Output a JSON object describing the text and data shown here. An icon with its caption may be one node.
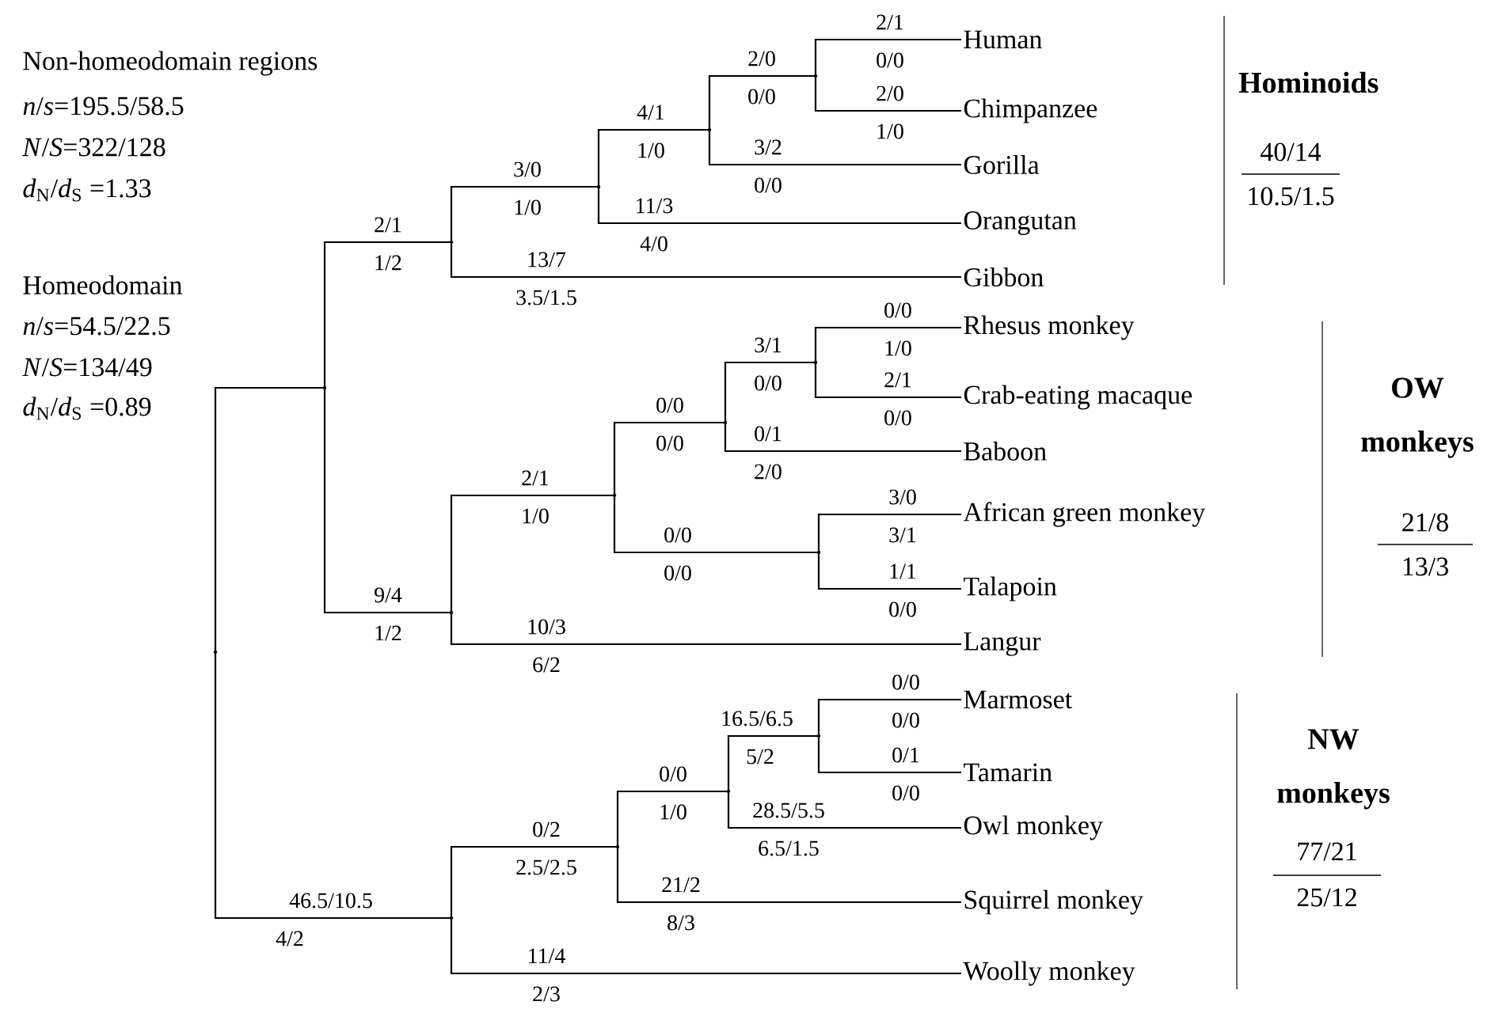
{
  "diagram": {
    "nodes": [
      {
        "text": [],
        "shape": "point"
      },
      {
        "text": [],
        "shape": "point"
      },
      {
        "text": [],
        "shape": "point"
      },
      {
        "text": [],
        "shape": "point"
      },
      {
        "text": [],
        "shape": "point"
      },
      {
        "text": [],
        "shape": "point"
      },
      {
        "text": [
          "Human"
        ]
      },
      {
        "text": [
          "Chimpanzee"
        ]
      },
      {
        "text": [
          "Gorilla"
        ]
      },
      {
        "text": [
          "Orangutan"
        ]
      },
      {
        "text": [
          "Gibbon"
        ]
      },
      {
        "text": [],
        "shape": "point"
      },
      {
        "text": [],
        "shape": "point"
      },
      {
        "text": [],
        "shape": "point"
      },
      {
        "text": [],
        "shape": "point"
      },
      {
        "text": [
          "Rhesus monkey"
        ]
      },
      {
        "text": [
          "Crab-eating macaque"
        ]
      },
      {
        "text": [
          "Baboon"
        ]
      },
      {
        "text": [],
        "shape": "point"
      },
      {
        "text": [
          "African green monkey"
        ]
      },
      {
        "text": [
          "Talapoin"
        ]
      },
      {
        "text": [
          "Langur"
        ]
      },
      {
        "text": [],
        "shape": "point"
      },
      {
        "text": [],
        "shape": "point"
      },
      {
        "text": [],
        "shape": "point"
      },
      {
        "text": [],
        "shape": "point"
      },
      {
        "text": [
          "Marmoset"
        ]
      },
      {
        "text": [
          "Tamarin"
        ]
      },
      {
        "text": [
          "Owl monkey"
        ]
      },
      {
        "text": [
          "Squirrel monkey"
        ]
      },
      {
        "text": [
          "Woolly monkey"
        ]
      }
    ],
    "edges": [
      {
        "from": 0,
        "to": 1,
        "arrow": "none"
      },
      {
        "from": 1,
        "to": 2,
        "arrow": "none"
      },
      {
        "from": 2,
        "to": 3,
        "arrow": "none"
      },
      {
        "from": 3,
        "to": 4,
        "arrow": "none"
      },
      {
        "from": 4,
        "to": 5,
        "arrow": "none"
      },
      {
        "from": 5,
        "to": 6,
        "arrow": "none"
      },
      {
        "from": 5,
        "to": 7,
        "arrow": "none"
      },
      {
        "from": 4,
        "to": 8,
        "arrow": "none"
      },
      {
        "from": 3,
        "to": 9,
        "arrow": "none"
      },
      {
        "from": 2,
        "to": 10,
        "arrow": "none"
      },
      {
        "from": 1,
        "to": 11,
        "arrow": "none"
      },
      {
        "from": 11,
        "to": 12,
        "arrow": "none"
      },
      {
        "from": 12,
        "to": 13,
        "arrow": "none"
      },
      {
        "from": 13,
        "to": 14,
        "arrow": "none"
      },
      {
        "from": 14,
        "to": 15,
        "arrow": "none"
      },
      {
        "from": 14,
        "to": 16,
        "arrow": "none"
      },
      {
        "from": 13,
        "to": 17,
        "arrow": "none"
      },
      {
        "from": 12,
        "to": 18,
        "arrow": "none"
      },
      {
        "from": 18,
        "to": 19,
        "arrow": "none"
      },
      {
        "from": 18,
        "to": 20,
        "arrow": "none"
      },
      {
        "from": 11,
        "to": 21,
        "arrow": "none"
      },
      {
        "from": 0,
        "to": 22,
        "arrow": "none"
      },
      {
        "from": 22,
        "to": 23,
        "arrow": "none"
      },
      {
        "from": 23,
        "to": 24,
        "arrow": "none"
      },
      {
        "from": 24,
        "to": 25,
        "arrow": "none"
      },
      {
        "from": 25,
        "to": 26,
        "arrow": "none"
      },
      {
        "from": 25,
        "to": 27,
        "arrow": "none"
      },
      {
        "from": 24,
        "to": 28,
        "arrow": "none"
      },
      {
        "from": 23,
        "to": 29,
        "arrow": "none"
      },
      {
        "from": 22,
        "to": 30,
        "arrow": "none"
      }
    ],
    "labels": [
      "Non-homeodomain regions",
      "*n*/*s*=195.5/58.5",
      "*N*/*S*=322/128",
      "*d*$_{N}$/*d*$_{S}$ =1.33",
      "Homeodomain",
      "*n*/*s*=54.5/22.5",
      "*N*/*S*=134/49",
      "*d*$_{N}$/*d*$_{S}$ =0.89",
      "2/1",
      "1/2",
      "3/0",
      "1/0",
      "4/1",
      "1/0",
      "2/0",
      "0/0",
      "2/1",
      "0/0",
      "2/0",
      "1/0",
      "3/2",
      "0/0",
      "11/3",
      "4/0",
      "13/7",
      "3.5/1.5",
      "9/4",
      "1/2",
      "2/1",
      "1/0",
      "0/0",
      "0/0",
      "3/1",
      "0/0",
      "0/0",
      "1/0",
      "2/1",
      "0/0",
      "0/1",
      "2/0",
      "0/0",
      "0/0",
      "3/0",
      "3/1",
      "1/1",
      "0/0",
      "10/3",
      "6/2",
      "46.5/10.5",
      "4/2",
      "0/2",
      "2.5/2.5",
      "0/0",
      "1/0",
      "16.5/6.5",
      "5/2",
      "0/0",
      "0/0",
      "0/1",
      "0/0",
      "28.5/5.5",
      "6.5/1.5",
      "21/2",
      "8/3",
      "11/4",
      "2/3",
      "Hominoids",
      "40/14",
      "10.5/1.5",
      "OW monkeys",
      "21/8",
      "13/3",
      "NW monkeys",
      "77/21",
      "25/12"
    ]
  }
}
